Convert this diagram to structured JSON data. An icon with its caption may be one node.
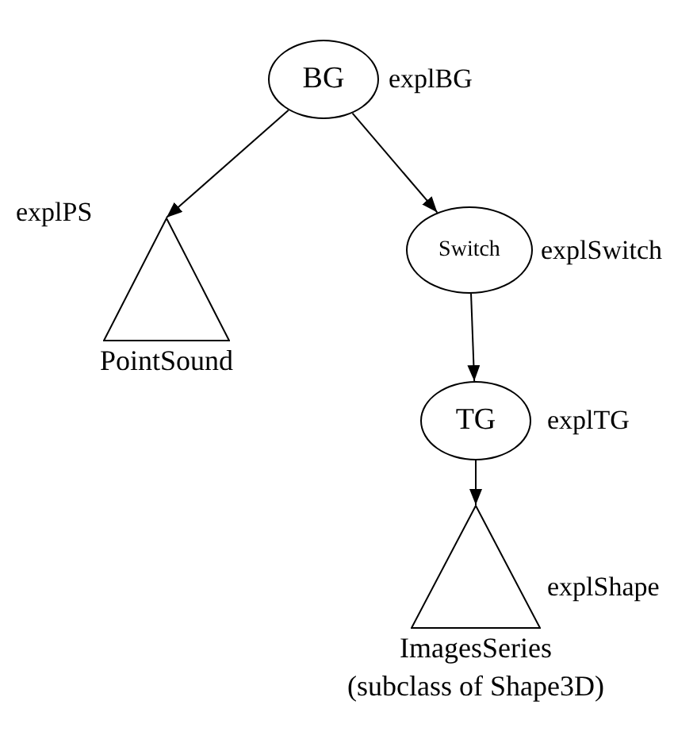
{
  "diagram": {
    "nodes": [
      {
        "text": [
          "BG"
        ],
        "beside": [
          "explBG"
        ]
      },
      {
        "text": [
          "PointSound"
        ],
        "beside": [
          "explPS"
        ]
      },
      {
        "text": [
          "Switch"
        ],
        "beside": [
          "explSwitch"
        ]
      },
      {
        "text": [
          "TG"
        ],
        "beside": [
          "explTG"
        ]
      },
      {
        "text": [
          "ImagesSeries",
          "(subclass of Shape3D)"
        ],
        "beside": [
          "explShape"
        ]
      }
    ],
    "edges": [
      {
        "from": 0,
        "to": 1,
        "arrow": "to"
      },
      {
        "from": 0,
        "to": 2,
        "arrow": "to"
      },
      {
        "from": 2,
        "to": 3,
        "arrow": "to"
      },
      {
        "from": 3,
        "to": 4,
        "arrow": "to"
      }
    ]
  }
}
